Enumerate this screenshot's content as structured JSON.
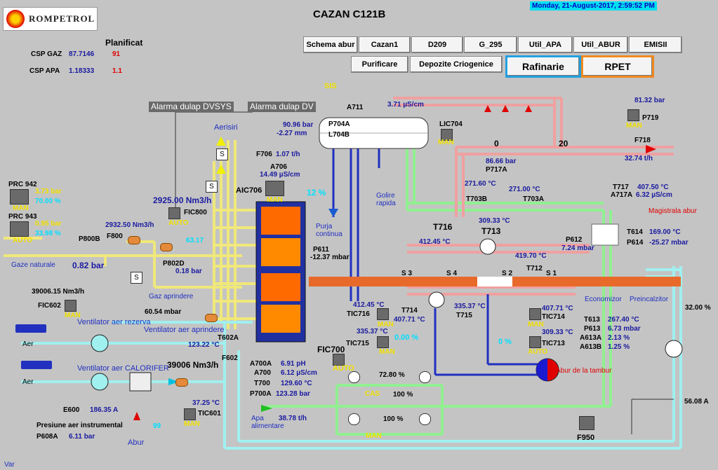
{
  "header": {
    "logo_text": "ROMPETROL",
    "title": "CAZAN  C121B",
    "datetime": "Monday, 21-August-2017, 2:59:52 PM"
  },
  "planificat": {
    "label": "Planificat",
    "csp_gaz_label": "CSP GAZ",
    "csp_gaz_value": "87.7146",
    "csp_gaz_plan": "91",
    "csp_apa_label": "CSP APA",
    "csp_apa_value": "1.18333",
    "csp_apa_plan": "1.1"
  },
  "nav": [
    "Schema abur",
    "Cazan1",
    "D209",
    "G_295",
    "Util_APA",
    "Util_ABUR",
    "EMISII"
  ],
  "nav2": [
    "Purificare",
    "Depozite Criogenice"
  ],
  "nav3": [
    "Rafinarie",
    "RPET"
  ],
  "alarms": [
    "Alarma dulap DVSYS",
    "Alarma dulap DV"
  ],
  "labels": {
    "sis": "SIS",
    "aerisiri": "Aerisiri",
    "prc942": "PRC 942",
    "prc942_bar": "3.73 bar",
    "prc942_pct": "70.00 %",
    "prc942_mode": "MAN",
    "prc943": "PRC 943",
    "prc943_bar": "0.95 bar",
    "prc943_pct": "33.98 %",
    "prc943_mode": "AUTO",
    "gaze": "Gaze naturale",
    "p800b": "P800B",
    "p800b_val": "0.82 bar",
    "f800": "F800",
    "f800_val": "2932.50 Nm3/h",
    "fic800": "FIC800",
    "fic800_mode": "AUTO",
    "flow_main": "2925.00 Nm3/h",
    "p802d": "P802D",
    "p802d_val": "0.18 bar",
    "fic800_pct": "63.17",
    "gaz_aprindere": "Gaz aprindere",
    "aic706": "AIC706",
    "aic706_mode": "MAN",
    "a706": "A706",
    "a706_val": "14.49 µS/cm",
    "f706": "F706",
    "f706_val": "1.07 t/h",
    "p704a_val": "90.96 bar",
    "l704b_val": "-2.27 mm",
    "p704a": "P704A",
    "l704b": "L704B",
    "a711": "A711",
    "a711_val": "3.71 µS/cm",
    "lic704": "LIC704",
    "lic704_mode": "MAN",
    "p717a_val": "86.66 bar",
    "p717a": "P717A",
    "golire": "Golire rapida",
    "purja": "Purja continua",
    "pct12": "12 %",
    "p611": "P611",
    "p611_val": "-12.37 mbar",
    "t703b_val": "271.60 °C",
    "t703b": "T703B",
    "t703a_val": "271.00 °C",
    "t703a": "T703A",
    "zero1": "0",
    "twenty": "20",
    "p719_val": "81.32 bar",
    "p719": "P719",
    "man_p719": "MAN",
    "f718": "F718",
    "f718_val": "32.74 t/h",
    "t717_val": "407.50 °C",
    "t717": "T717",
    "a717a": "A717A",
    "a717a_val": "6.32 µS/cm",
    "magistrala": "Magistrala abur",
    "t716": "T716",
    "t713": "T713",
    "t716_val": "412.45 °C",
    "t713_val": "309.33 °C",
    "t712_val": "419.70 °C",
    "t712": "T712",
    "p612": "P612",
    "p612_val": "7.24 mbar",
    "t614": "T614",
    "t614_val": "169.00 °C",
    "p614": "P614",
    "p614_val": "-25.27 mbar",
    "s3": "S 3",
    "s4": "S 4",
    "s2": "S 2",
    "s1": "S 1",
    "economizor": "Economizor",
    "preincalzitor": "Preincalzitor",
    "v39006": "39006.15 Nm3/h",
    "fic602": "FIC602",
    "fic602_mode": "MAN",
    "mbar6054": "60.54 mbar",
    "vent_aer_rez": "Ventilator aer rezerva",
    "vent_aer_aprind": "Ventilator aer aprindere",
    "aer1": "Aer",
    "aer2": "Aer",
    "t602a_val": "123.22 °C",
    "t602a": "T602A",
    "f602": "F602",
    "f602_val": "39006 Nm3/h",
    "vent_calorifer": "Ventilator aer CALORIFER",
    "e600": "E600",
    "e600_val": "186.35 A",
    "t601_val": "37.25 °C",
    "tic601": "TIC601",
    "tic601_mode": "MAN",
    "pct99": "99",
    "abur": "Abur",
    "presiune": "Presiune aer instrumental",
    "p608a": "P608A",
    "p608a_val": "6.11 bar",
    "t715_val": "412.45 °C",
    "tic716": "TIC716",
    "t714": "T714",
    "t714_val": "407.71 °C",
    "t715": "T715",
    "t715b_val": "335.37 °C",
    "tic714": "TIC714",
    "tic714_val": "407.71 °C",
    "tic714_mode": "MAN",
    "tic715": "TIC715",
    "tic715_val": "335.37 °C",
    "tic715_mode": "MAN",
    "pct0": "0.00 %",
    "pct0b": "0 %",
    "tic713": "TIC713",
    "tic713_val": "309.33 °C",
    "tic713_mode": "AUTO",
    "fic700": "FIC700",
    "fic700_mode": "AUTO",
    "a700a": "A700A",
    "a700a_val": "6.91 pH",
    "a700": "A700",
    "a700_val": "6.12 µS/cm",
    "t700": "T700",
    "t700_val": "129.60 °C",
    "p700a": "P700A",
    "p700a_val": "123.28 bar",
    "apa_alim": "Apa alimentare",
    "f700_val": "38.78 t/h",
    "pump_pct1": "72.80 %",
    "pump_pct2": "100 %",
    "pump_pct3": "100 %",
    "cas": "CAS",
    "man_pump": "MAN",
    "t613": "T613",
    "t613_val": "267.40 °C",
    "p613": "P613",
    "p613_val": "6.73 mbar",
    "a613a": "A613A",
    "a613a_val": "2.13 %",
    "a613b": "A613B",
    "a613b_val": "1.25 %",
    "pct32": "32.00 %",
    "abur_tambur": "Abur de la tambur",
    "f950": "F950",
    "a5608": "56.08 A",
    "var": "Var"
  },
  "colors": {
    "yellow_pipe": "#f0e87a",
    "cyan_pipe": "#a0f0f0",
    "green_pipe": "#90f090",
    "red_pipe": "#f0a0a0",
    "accent_blue": "#1a1aa0"
  }
}
